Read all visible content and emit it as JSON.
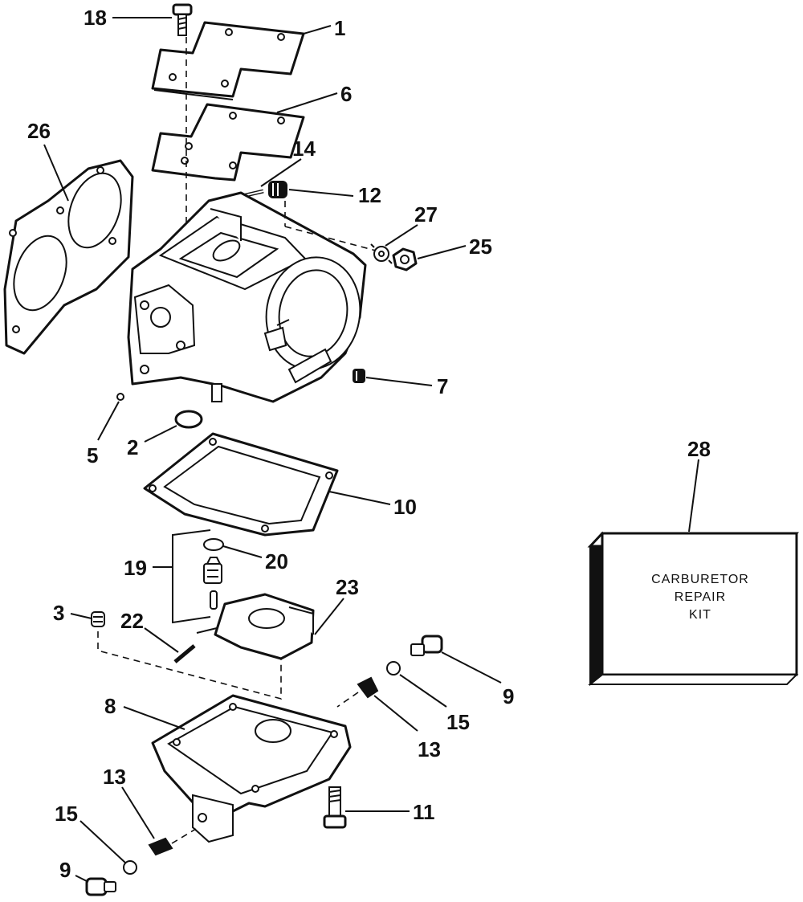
{
  "callouts": {
    "c1": "1",
    "c2": "2",
    "c3": "3",
    "c5": "5",
    "c6": "6",
    "c7": "7",
    "c8": "8",
    "c9a": "9",
    "c9b": "9",
    "c10": "10",
    "c11": "11",
    "c12": "12",
    "c13a": "13",
    "c13b": "13",
    "c14": "14",
    "c15a": "15",
    "c15b": "15",
    "c18": "18",
    "c19": "19",
    "c20": "20",
    "c22": "22",
    "c23": "23",
    "c25": "25",
    "c26": "26",
    "c27": "27",
    "c28": "28"
  },
  "kit": {
    "line1": "CARBURETOR",
    "line2": "REPAIR",
    "line3": "KIT"
  }
}
